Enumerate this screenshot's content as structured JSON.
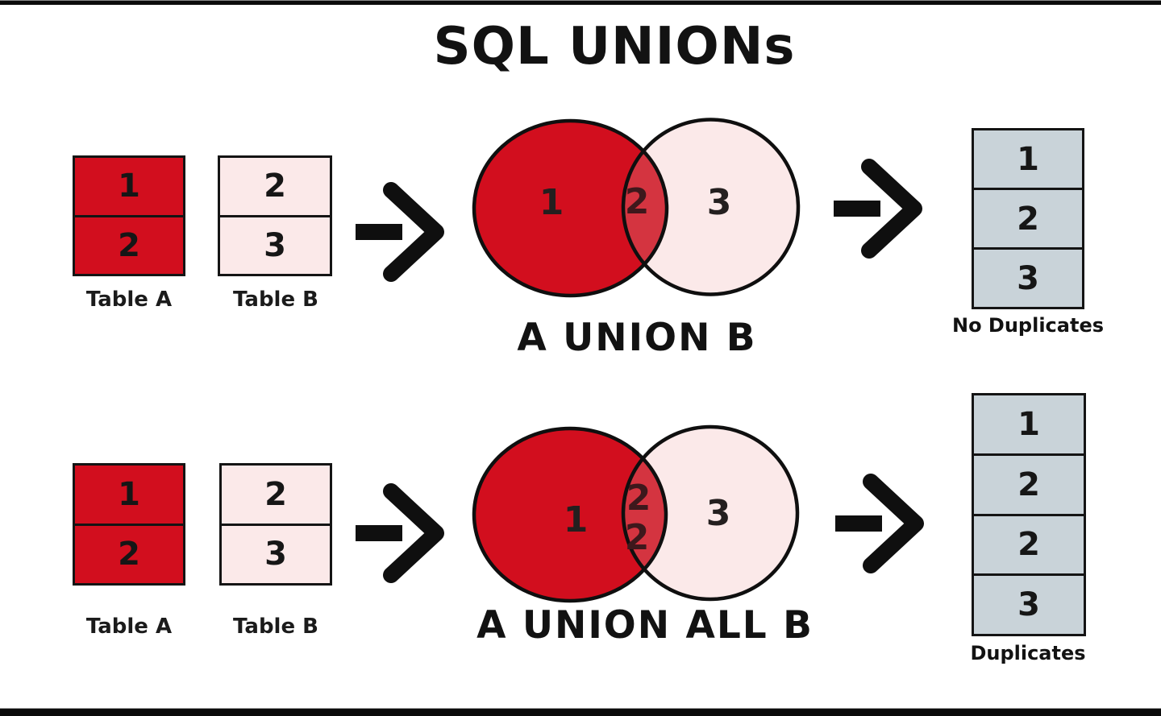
{
  "title": "SQL UNIONs",
  "colors": {
    "red": "#D20E1E",
    "pink": "#FBE9E9",
    "overlap": "#D43440",
    "cell_gray": "#C9D3D9",
    "ink": "#1A1A1A",
    "venn_overlap_ink": "#3E181C",
    "bar": "#0B0B0B"
  },
  "union_row": {
    "table_a": {
      "label": "Table A",
      "rows": [
        "1",
        "2"
      ]
    },
    "table_b": {
      "label": "Table B",
      "rows": [
        "2",
        "3"
      ]
    },
    "venn": {
      "left_value": "1",
      "overlap_values": [
        "2"
      ],
      "right_value": "3",
      "caption": "A UNION B"
    },
    "result": {
      "rows": [
        "1",
        "2",
        "3"
      ],
      "label": "No Duplicates"
    }
  },
  "union_all_row": {
    "table_a": {
      "label": "Table A",
      "rows": [
        "1",
        "2"
      ]
    },
    "table_b": {
      "label": "Table B",
      "rows": [
        "2",
        "3"
      ]
    },
    "venn": {
      "left_value": "1",
      "overlap_values": [
        "2",
        "2"
      ],
      "right_value": "3",
      "caption": "A UNION ALL B"
    },
    "result": {
      "rows": [
        "1",
        "2",
        "2",
        "3"
      ],
      "label": "Duplicates"
    }
  }
}
